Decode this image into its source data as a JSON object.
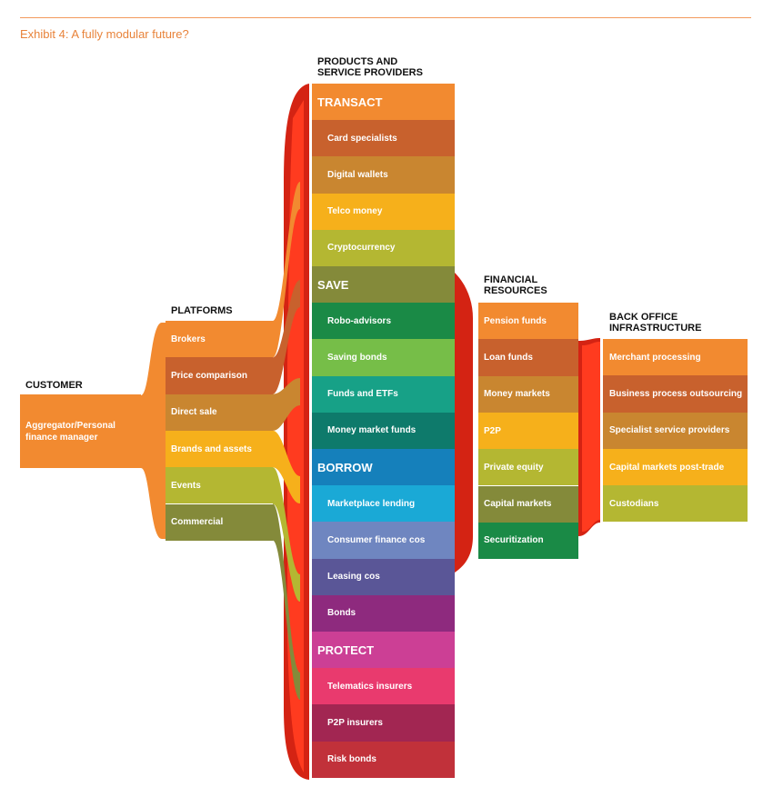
{
  "title": "Exhibit 4: A fully modular future?",
  "headers": {
    "customer": "CUSTOMER",
    "platforms": "PLATFORMS",
    "products": "PRODUCTS AND\nSERVICE PROVIDERS",
    "financial": "FINANCIAL\nRESOURCES",
    "backoffice": "BACK OFFICE\nINFRASTRUCTURE"
  },
  "customer": {
    "label": "Aggregator/Personal\nfinance manager",
    "color": "#f28a30"
  },
  "platforms": [
    {
      "label": "Brokers",
      "color": "#f28a30"
    },
    {
      "label": "Price comparison",
      "color": "#c8612d"
    },
    {
      "label": "Direct sale",
      "color": "#c98630"
    },
    {
      "label": "Brands and assets",
      "color": "#f6b01b"
    },
    {
      "label": "Events",
      "color": "#b4b732"
    },
    {
      "label": "Commercial",
      "color": "#848a3a"
    }
  ],
  "products": [
    {
      "label": "TRANSACT",
      "color": "#f28a30",
      "section": true
    },
    {
      "label": "Card specialists",
      "color": "#c8612d"
    },
    {
      "label": "Digital wallets",
      "color": "#c98630"
    },
    {
      "label": "Telco money",
      "color": "#f6b01b"
    },
    {
      "label": "Cryptocurrency",
      "color": "#b4b732"
    },
    {
      "label": "SAVE",
      "color": "#848a3a",
      "section": true
    },
    {
      "label": "Robo-advisors",
      "color": "#1a8a46"
    },
    {
      "label": "Saving bonds",
      "color": "#76be48"
    },
    {
      "label": "Funds and ETFs",
      "color": "#17a187"
    },
    {
      "label": "Money market funds",
      "color": "#0e7a6b"
    },
    {
      "label": "BORROW",
      "color": "#1580bb",
      "section": true
    },
    {
      "label": "Marketplace lending",
      "color": "#1aa9d6"
    },
    {
      "label": "Consumer finance cos",
      "color": "#6f86c0"
    },
    {
      "label": "Leasing cos",
      "color": "#5a5697"
    },
    {
      "label": "Bonds",
      "color": "#8e2a7e"
    },
    {
      "label": "PROTECT",
      "color": "#cc3f95",
      "section": true
    },
    {
      "label": "Telematics insurers",
      "color": "#e93a6e"
    },
    {
      "label": "P2P insurers",
      "color": "#a22652"
    },
    {
      "label": "Risk bonds",
      "color": "#c1313a"
    }
  ],
  "financial": [
    {
      "label": "Pension funds",
      "color": "#f28a30"
    },
    {
      "label": "Loan funds",
      "color": "#c8612d"
    },
    {
      "label": "Money markets",
      "color": "#c98630"
    },
    {
      "label": "P2P",
      "color": "#f6b01b"
    },
    {
      "label": "Private equity",
      "color": "#b4b732"
    },
    {
      "label": "Capital markets",
      "color": "#848a3a"
    },
    {
      "label": "Securitization",
      "color": "#1a8a46"
    }
  ],
  "backoffice": [
    {
      "label": "Merchant processing",
      "color": "#f28a30"
    },
    {
      "label": "Business process outsourcing",
      "color": "#c8612d"
    },
    {
      "label": "Specialist service providers",
      "color": "#c98630"
    },
    {
      "label": "Capital markets post-trade",
      "color": "#f6b01b"
    },
    {
      "label": "Custodians",
      "color": "#b4b732"
    }
  ],
  "accents": {
    "trunk": "#d42313",
    "trunk_inner": "#ff3b1f",
    "title": "#e8833a"
  }
}
